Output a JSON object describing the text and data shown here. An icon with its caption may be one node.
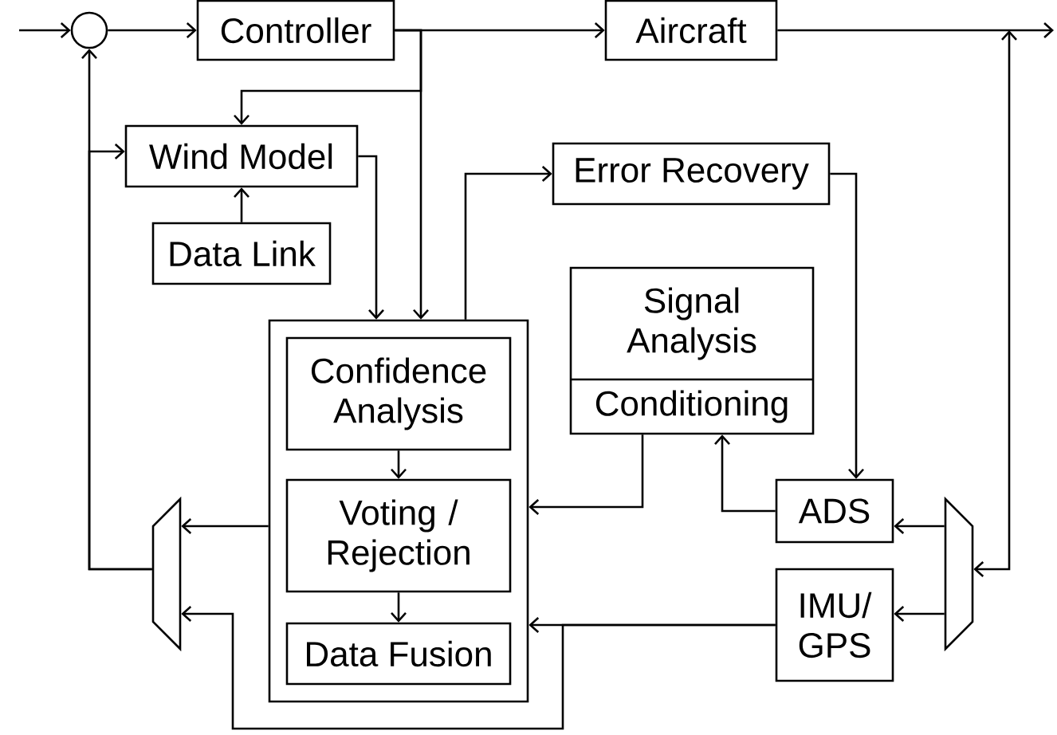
{
  "diagram": {
    "nodes": [
      {
        "text": [],
        "shape": "circle"
      },
      {
        "text": [
          "Controller"
        ]
      },
      {
        "text": [
          "Aircraft"
        ]
      },
      {
        "text": [
          "Wind Model"
        ]
      },
      {
        "text": [
          "Data Link"
        ]
      },
      {
        "text": [
          "Error Recovery"
        ]
      },
      {
        "text": [
          "Signal Analysis",
          "Conditioning"
        ]
      },
      {
        "text": [],
        "shape": "box"
      },
      {
        "text": [
          "Confidence Analysis"
        ],
        "in": 7
      },
      {
        "text": [
          "Voting / Rejection"
        ],
        "in": 7
      },
      {
        "text": [
          "Data Fusion"
        ],
        "in": 7
      },
      {
        "text": [
          "ADS"
        ]
      },
      {
        "text": [
          "IMU/ GPS"
        ]
      },
      {
        "text": [],
        "shape": "trapezoid"
      },
      {
        "text": [],
        "shape": "trapezoid"
      }
    ],
    "edges": [
      {
        "from": null,
        "to": 0,
        "arrow": "to"
      },
      {
        "from": 0,
        "to": 1,
        "arrow": "to"
      },
      {
        "from": 1,
        "to": 2,
        "arrow": "to"
      },
      {
        "from": 2,
        "to": null,
        "arrow": "to"
      },
      {
        "from": 1,
        "to": 3,
        "arrow": "to"
      },
      {
        "from": 1,
        "to": 7,
        "arrow": "to"
      },
      {
        "from": 3,
        "to": 7,
        "arrow": "to"
      },
      {
        "from": 4,
        "to": 3,
        "arrow": "to"
      },
      {
        "from": 7,
        "to": 5,
        "arrow": "to"
      },
      {
        "from": 5,
        "to": 11,
        "arrow": "to"
      },
      {
        "from": 11,
        "to": 6,
        "arrow": "to"
      },
      {
        "from": 6,
        "to": 7,
        "arrow": "to"
      },
      {
        "from": 12,
        "to": 7,
        "arrow": "to"
      },
      {
        "from": 12,
        "to": 13,
        "arrow": "to"
      },
      {
        "from": 7,
        "to": 13,
        "arrow": "to"
      },
      {
        "from": 13,
        "to": 0,
        "arrow": "to"
      },
      {
        "from": 13,
        "to": 3,
        "arrow": "to"
      },
      {
        "from": null,
        "to": 14,
        "arrow": "both"
      },
      {
        "from": 14,
        "to": 11,
        "arrow": "to"
      },
      {
        "from": 14,
        "to": 12,
        "arrow": "to"
      },
      {
        "from": 8,
        "to": 9,
        "arrow": "to"
      },
      {
        "from": 9,
        "to": 10,
        "arrow": "to"
      }
    ]
  }
}
